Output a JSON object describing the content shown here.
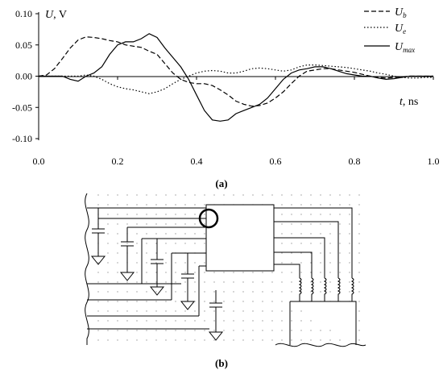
{
  "chart_data": {
    "type": "line",
    "ylabel_var": "U",
    "ylabel_unit": ", V",
    "xlabel_var": "t",
    "xlabel_unit": ", ns",
    "xlim": [
      0.0,
      1.0
    ],
    "ylim": [
      -0.1,
      0.1
    ],
    "xticks": [
      "0.0",
      "0.2",
      "0.4",
      "0.6",
      "0.8",
      "1.0"
    ],
    "yticks": [
      "0.10",
      "0.05",
      "0.00",
      "-0.05",
      "-0.10"
    ],
    "legend_position": "top-right",
    "series": [
      {
        "name_base": "U",
        "name_sub": "b",
        "style": "dashed",
        "x": [
          0.0,
          0.02,
          0.04,
          0.06,
          0.08,
          0.1,
          0.12,
          0.14,
          0.16,
          0.18,
          0.2,
          0.22,
          0.24,
          0.26,
          0.28,
          0.3,
          0.32,
          0.34,
          0.36,
          0.38,
          0.4,
          0.42,
          0.44,
          0.46,
          0.48,
          0.5,
          0.52,
          0.54,
          0.56,
          0.58,
          0.6,
          0.62,
          0.64,
          0.66,
          0.68,
          0.7,
          0.72,
          0.74,
          0.76,
          0.78,
          0.8,
          0.82,
          0.84,
          0.86,
          0.88,
          0.9,
          0.92,
          0.94,
          0.96,
          0.98,
          1.0
        ],
        "values": [
          0.0,
          0.002,
          0.012,
          0.028,
          0.045,
          0.058,
          0.063,
          0.062,
          0.06,
          0.057,
          0.055,
          0.05,
          0.048,
          0.046,
          0.04,
          0.035,
          0.02,
          0.005,
          -0.005,
          -0.01,
          -0.012,
          -0.012,
          -0.015,
          -0.022,
          -0.03,
          -0.04,
          -0.045,
          -0.048,
          -0.047,
          -0.043,
          -0.035,
          -0.025,
          -0.012,
          0.0,
          0.008,
          0.01,
          0.012,
          0.012,
          0.01,
          0.008,
          0.006,
          0.003,
          0.0,
          -0.002,
          -0.003,
          -0.002,
          -0.001,
          0.0,
          0.0,
          0.0,
          0.0
        ]
      },
      {
        "name_base": "U",
        "name_sub": "e",
        "style": "dotted",
        "x": [
          0.0,
          0.02,
          0.04,
          0.06,
          0.08,
          0.1,
          0.12,
          0.14,
          0.16,
          0.18,
          0.2,
          0.22,
          0.24,
          0.26,
          0.28,
          0.3,
          0.32,
          0.34,
          0.36,
          0.38,
          0.4,
          0.42,
          0.44,
          0.46,
          0.48,
          0.5,
          0.52,
          0.54,
          0.56,
          0.58,
          0.6,
          0.62,
          0.64,
          0.66,
          0.68,
          0.7,
          0.72,
          0.74,
          0.76,
          0.78,
          0.8,
          0.82,
          0.84,
          0.86,
          0.88,
          0.9,
          0.92,
          0.94,
          0.96,
          0.98,
          1.0
        ],
        "values": [
          0.0,
          0.0,
          0.0,
          0.0,
          0.0,
          0.0,
          0.002,
          0.0,
          -0.005,
          -0.012,
          -0.017,
          -0.02,
          -0.022,
          -0.025,
          -0.028,
          -0.025,
          -0.02,
          -0.012,
          -0.005,
          0.0,
          0.005,
          0.008,
          0.009,
          0.008,
          0.005,
          0.005,
          0.008,
          0.012,
          0.013,
          0.012,
          0.01,
          0.008,
          0.01,
          0.015,
          0.018,
          0.018,
          0.017,
          0.016,
          0.015,
          0.014,
          0.012,
          0.01,
          0.008,
          0.005,
          0.003,
          0.0,
          -0.002,
          -0.003,
          -0.003,
          -0.002,
          -0.002
        ]
      },
      {
        "name_base": "U",
        "name_sub": "max",
        "style": "solid",
        "x": [
          0.0,
          0.02,
          0.04,
          0.06,
          0.08,
          0.1,
          0.12,
          0.14,
          0.16,
          0.18,
          0.2,
          0.22,
          0.24,
          0.26,
          0.28,
          0.3,
          0.32,
          0.34,
          0.36,
          0.38,
          0.4,
          0.42,
          0.44,
          0.46,
          0.48,
          0.5,
          0.52,
          0.54,
          0.56,
          0.58,
          0.6,
          0.62,
          0.64,
          0.66,
          0.68,
          0.7,
          0.72,
          0.74,
          0.76,
          0.78,
          0.8,
          0.82,
          0.84,
          0.86,
          0.88,
          0.9,
          0.92,
          0.94,
          0.96,
          0.98,
          1.0
        ],
        "values": [
          0.0,
          0.0,
          0.0,
          0.0,
          -0.005,
          -0.008,
          0.0,
          0.005,
          0.015,
          0.035,
          0.05,
          0.055,
          0.055,
          0.06,
          0.068,
          0.062,
          0.045,
          0.03,
          0.015,
          -0.005,
          -0.03,
          -0.055,
          -0.07,
          -0.072,
          -0.07,
          -0.06,
          -0.055,
          -0.05,
          -0.045,
          -0.035,
          -0.02,
          -0.005,
          0.005,
          0.01,
          0.012,
          0.015,
          0.015,
          0.012,
          0.008,
          0.004,
          0.002,
          0.0,
          0.0,
          -0.003,
          -0.005,
          -0.004,
          -0.002,
          0.0,
          0.0,
          0.0,
          0.0
        ]
      }
    ]
  },
  "captions": {
    "a": "(a)",
    "b": "(b)"
  }
}
